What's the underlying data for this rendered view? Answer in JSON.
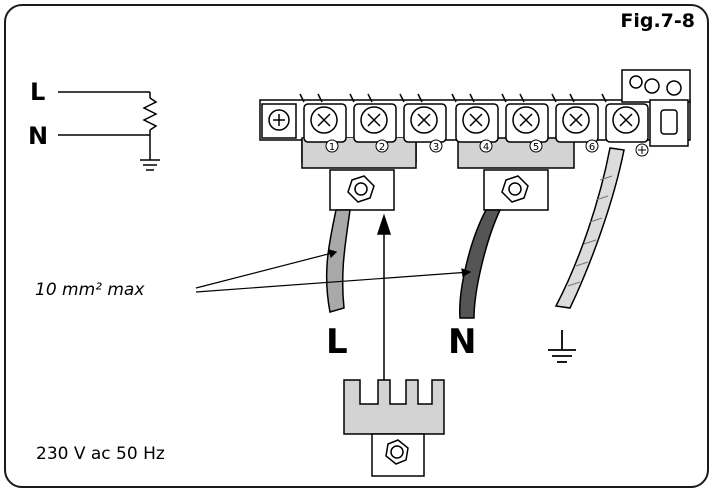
{
  "figure_label": "Fig.7-8",
  "schematic": {
    "line_label": "L",
    "neutral_label": "N"
  },
  "wire_labels": {
    "line": "L",
    "neutral": "N"
  },
  "wire_size_note": "10 mm² max",
  "supply_note": "230 V ac 50 Hz",
  "terminal_numbers": [
    "1",
    "2",
    "3",
    "4",
    "5",
    "6"
  ],
  "colors": {
    "line": "#000000",
    "wire_grey": "#a9a9a9",
    "wire_dark": "#555555",
    "bridge_fill": "#d3d3d3"
  },
  "icons": [
    "earth-symbol",
    "screw-terminal-icon"
  ]
}
